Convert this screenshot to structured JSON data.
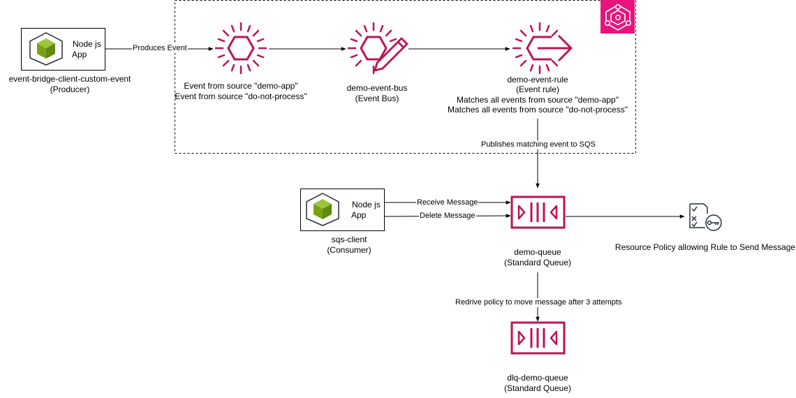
{
  "producer": {
    "app_line1": "Node js",
    "app_line2": "App",
    "name": "event-bridge-client-custom-event",
    "role": "(Producer)"
  },
  "consumer": {
    "app_line1": "Node js",
    "app_line2": "App",
    "name": "sqs-client",
    "role": "(Consumer)"
  },
  "event_source": {
    "line1": "Event from source \"demo-app\"",
    "line2": "Event from source \"do-not-process\""
  },
  "event_bus": {
    "name": "demo-event-bus",
    "type": "(Event Bus)"
  },
  "event_rule": {
    "name": "demo-event-rule",
    "type": "(Event rule)",
    "match1": "Matches all events from source \"demo-app\"",
    "match2": "Matches all events from source \"do-not-process\""
  },
  "queue": {
    "name": "demo-queue",
    "type": "(Standard Queue)"
  },
  "dlq": {
    "name": "dlq-demo-queue",
    "type": "(Standard Queue)"
  },
  "policy": {
    "label": "Resource Policy allowing Rule to Send Message"
  },
  "edges": {
    "produces": "Produces Event",
    "publishes": "Publishes matching event to SQS",
    "receive": "Receive Message",
    "delete": "Delete Message",
    "redrive": "Redrive policy to move message after 3 attempts"
  },
  "colors": {
    "aws_pink": "#BC1356",
    "eventbridge_badge": "#E7157B",
    "node_green": "#7AA116"
  },
  "icons": {
    "producer_app": "nodejs-package-icon",
    "consumer_app": "nodejs-package-icon",
    "event_source": "eventbridge-event-icon",
    "event_bus": "eventbridge-custom-bus-icon",
    "event_rule": "eventbridge-rule-icon",
    "queue": "sqs-queue-icon",
    "dlq": "sqs-queue-icon",
    "policy": "resource-policy-icon",
    "group_badge": "eventbridge-service-icon"
  }
}
